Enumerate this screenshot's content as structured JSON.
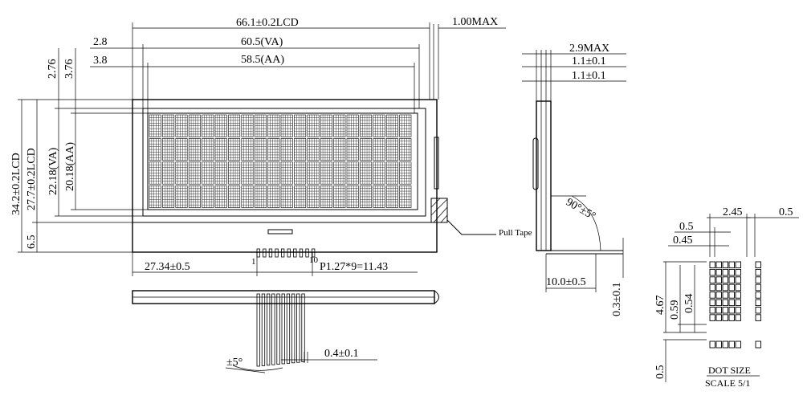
{
  "front": {
    "lcd_width": "66.1±0.2LCD",
    "va_width": "60.5(VA)",
    "aa_width": "58.5(AA)",
    "max_thickness": "1.00MAX",
    "left_2_8": "2.8",
    "left_3_8": "3.8",
    "top_2_76": "2.76",
    "top_3_76": "3.76",
    "lcd_height": "34.2±0.2LCD",
    "lcd_height2": "27.7±0.2LCD",
    "va_height": "22.18(VA)",
    "aa_height": "20.18(AA)",
    "bottom_6_5": "6.5",
    "offset": "27.34±0.5",
    "pitch": "P1.27*9=11.43",
    "pin_first": "1",
    "pin_last": "10",
    "pull_tape": "Pull Tape"
  },
  "bottom_view": {
    "angle": "±5°",
    "pin_width": "0.4±0.1"
  },
  "side": {
    "max": "2.9MAX",
    "t1": "1.1±0.1",
    "t2": "1.1±0.1",
    "angle": "90°±5°",
    "length": "10.0±0.5",
    "thickness": "0.3±0.1"
  },
  "dot": {
    "w_2_45": "2.45",
    "gap_0_5": "0.5",
    "w_0_5": "0.5",
    "w_0_45": "0.45",
    "h_4_67": "4.67",
    "h_0_59": "0.59",
    "h_0_54": "0.54",
    "h_0_5": "0.5",
    "title": "DOT SIZE",
    "scale": "SCALE 5/1"
  }
}
